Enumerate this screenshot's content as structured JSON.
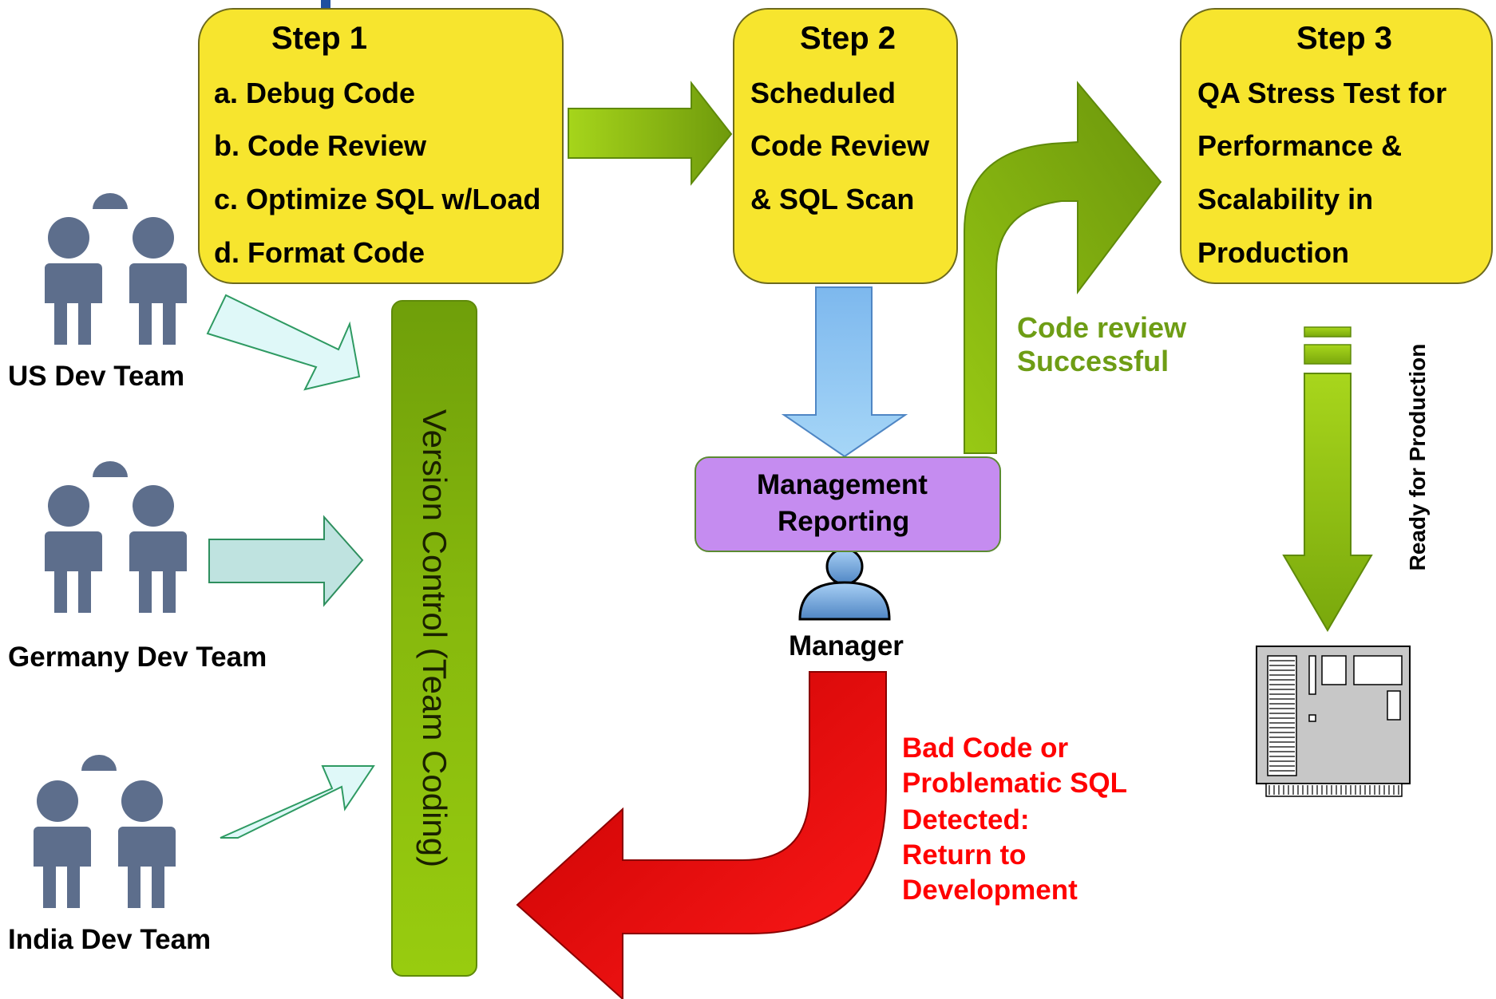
{
  "step1": {
    "title": "Step 1",
    "items": [
      "a. Debug Code",
      "b. Code Review",
      "c. Optimize SQL w/Load",
      "d. Format Code"
    ]
  },
  "step2": {
    "title": "Step 2",
    "lines": [
      "Scheduled",
      "Code Review",
      "& SQL Scan"
    ]
  },
  "step3": {
    "title": "Step 3",
    "lines": [
      "QA Stress Test for",
      "Performance &",
      "Scalability in",
      "Production"
    ]
  },
  "teams": [
    "US Dev Team",
    "Germany Dev Team",
    "India Dev Team"
  ],
  "version_control": "Version Control (Team Coding)",
  "management": {
    "line1": "Management",
    "line2": "Reporting"
  },
  "manager": "Manager",
  "success_label": {
    "line1": "Code review",
    "line2": "Successful"
  },
  "failure_label": [
    "Bad Code or",
    "Problematic SQL",
    "Detected:",
    "Return to",
    "Development"
  ],
  "ready_label": "Ready for Production",
  "icons": {
    "teams": "people-group-icon",
    "manager": "manager-person-icon",
    "server": "server-board-icon"
  },
  "colors": {
    "step_fill": "#f7e52e",
    "arrow_green": "#8cc10f",
    "arrow_blue": "#8dc6f2",
    "arrow_red": "#e00000",
    "team_arrow": "#dff8f8",
    "management_fill": "#c58cf0",
    "person": "#5d6e8c",
    "success_text": "#6e9d15",
    "failure_text": "#ff0000"
  }
}
